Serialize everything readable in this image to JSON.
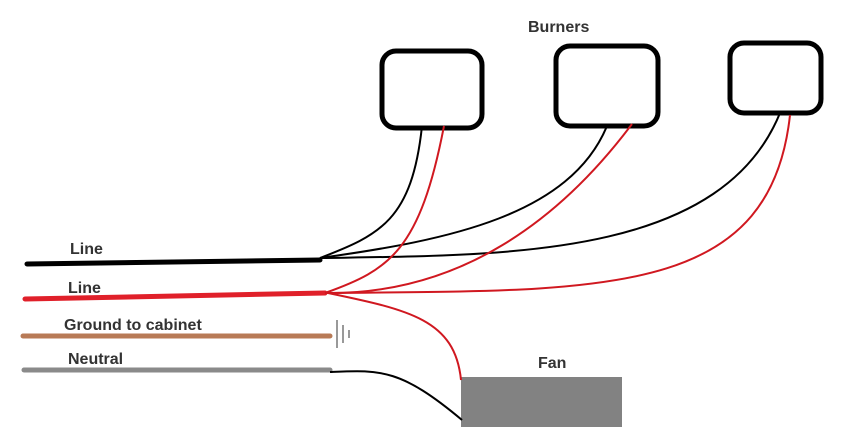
{
  "title": "Burners",
  "labels": {
    "line_black": "Line",
    "line_red": "Line",
    "ground": "Ground to cabinet",
    "neutral": "Neutral",
    "fan": "Fan"
  },
  "colors": {
    "black_wire": "#000000",
    "red_wire": "#e0202a",
    "ground_wire": "#b87a56",
    "neutral_wire": "#8a8a8a",
    "fan_fill": "#828282",
    "burner_stroke": "#000000"
  }
}
